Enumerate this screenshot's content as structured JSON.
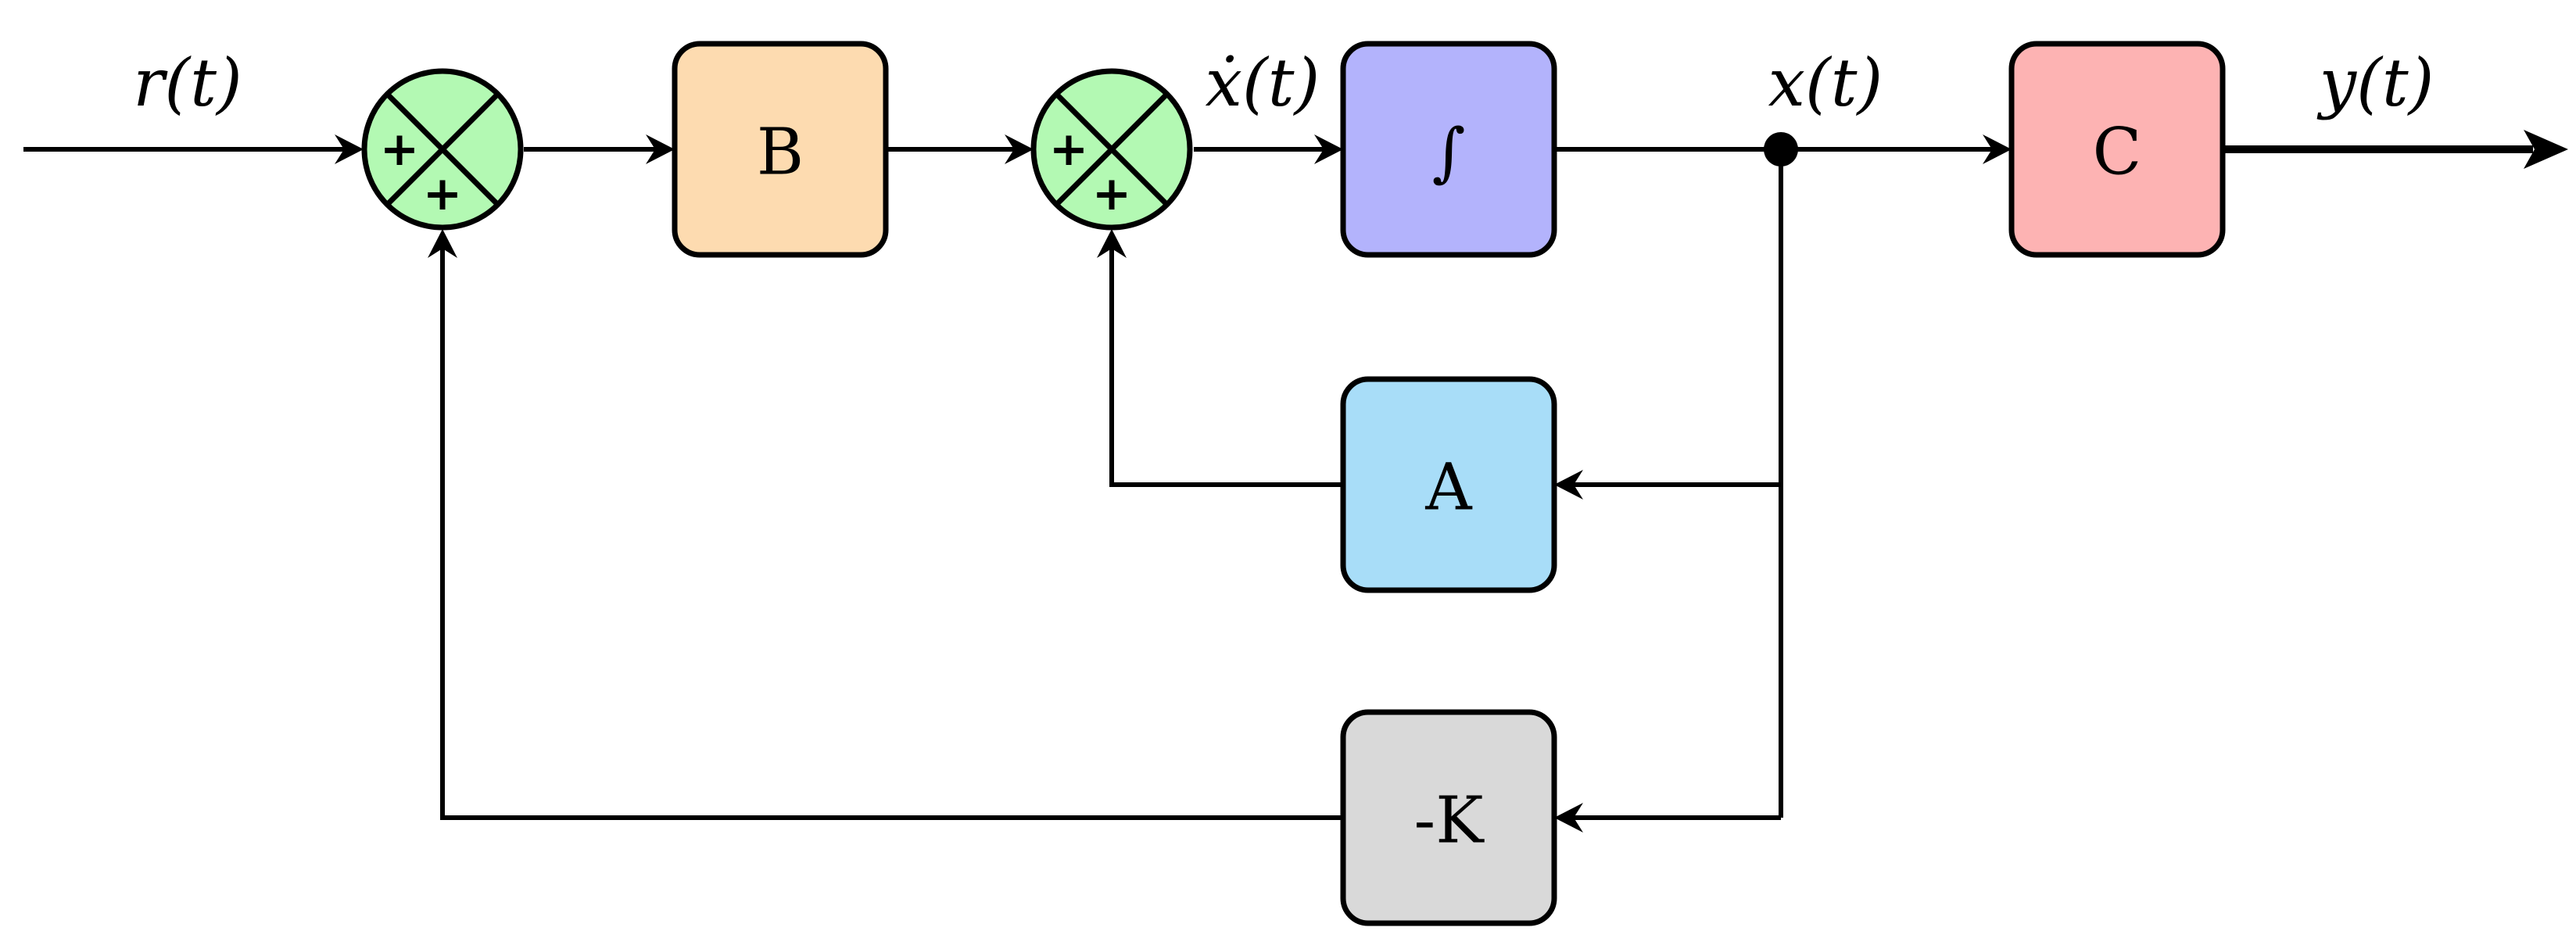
{
  "signals": {
    "input": "r(t)",
    "state_derivative": "ẋ(t)",
    "state": "x(t)",
    "output": "y(t)"
  },
  "blocks": {
    "b": {
      "label": "B",
      "color": "#FDDBB0"
    },
    "integrator": {
      "label": "∫",
      "color": "#B3B3FC"
    },
    "c": {
      "label": "C",
      "color": "#FDB3B3"
    },
    "a": {
      "label": "A",
      "color": "#A8DDF8"
    },
    "k": {
      "label": "-K",
      "color": "#D9D9D9"
    }
  },
  "summing_junctions": {
    "sum1": {
      "sign_left": "+",
      "sign_bottom": "+",
      "color": "#B3F9B3"
    },
    "sum2": {
      "sign_left": "+",
      "sign_bottom": "+",
      "color": "#B3F9B3"
    }
  }
}
